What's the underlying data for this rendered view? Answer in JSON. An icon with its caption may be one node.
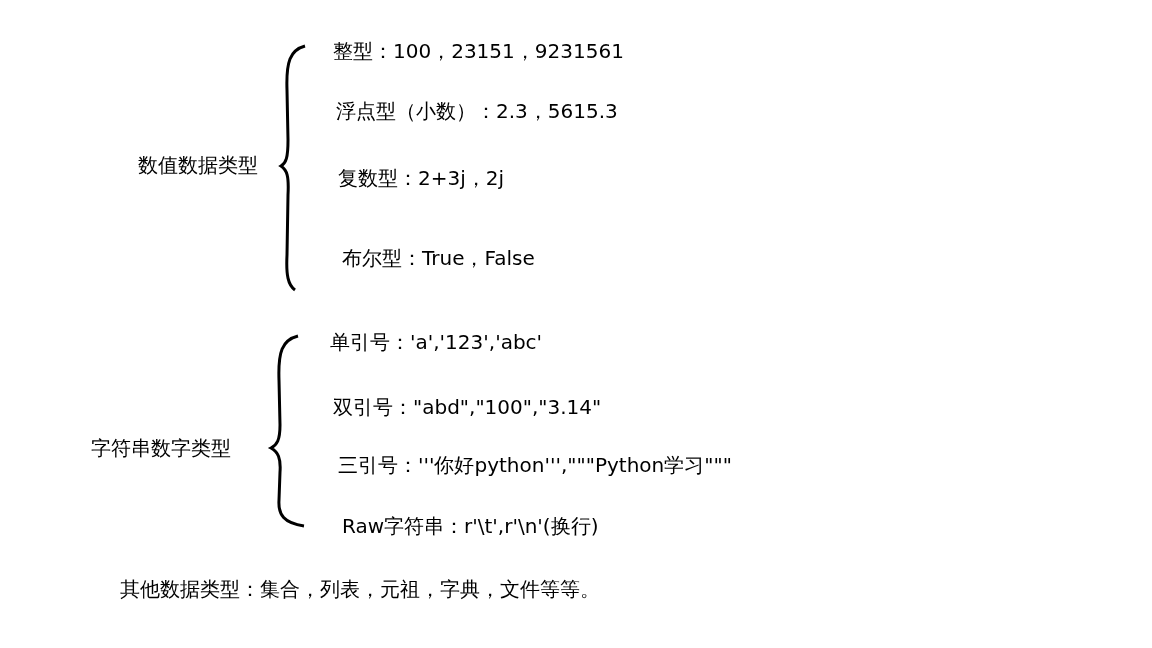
{
  "diagram": {
    "labels": [
      "数值数据类型",
      "整型：100，23151，9231561",
      "浮点型（小数）：2.3，5615.3",
      "复数型：2+3j，2j",
      "布尔型：True，False",
      "字符串数字类型",
      "单引号：'a','123','abc'",
      "双引号：\"abd\",\"100\",\"3.14\"",
      "三引号：'''你好python''',\"\"\"Python学习\"\"\"",
      "Raw字符串：r'\\t',r'\\n'(换行)",
      "其他数据类型：集合，列表，元祖，字典，文件等等。"
    ]
  }
}
